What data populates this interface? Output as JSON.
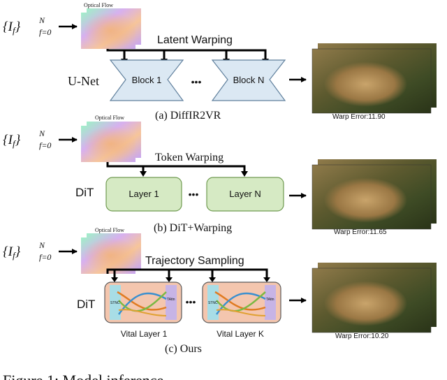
{
  "panels": [
    {
      "input_label": "{I_f}_{f=0}^N",
      "optical_flow_label": "Optical Flow",
      "operation": "Latent Warping",
      "backbone": "U-Net",
      "blocks": [
        "Block 1",
        "Block N"
      ],
      "ellipsis": "•••",
      "caption": "(a) DiffIR2VR",
      "warp_error": "Warp Error:11.90"
    },
    {
      "input_label": "{I_f}_{f=0}^N",
      "optical_flow_label": "Optical Flow",
      "operation": "Token Warping",
      "backbone": "DiT",
      "blocks": [
        "Layer 1",
        "Layer N"
      ],
      "ellipsis": "•••",
      "caption": "(b) DiT+Warping",
      "warp_error": "Warp Error:11.65"
    },
    {
      "input_label": "{I_f}_{f=0}^N",
      "optical_flow_label": "Optical Flow",
      "operation": "Trajectory Sampling",
      "backbone": "DiT",
      "blocks": [
        "Vital Layer 1",
        "Vital Layer K"
      ],
      "inner_left": "STNC",
      "inner_right": "TAttn",
      "ellipsis": "•••",
      "caption": "(c) Ours",
      "warp_error": "Warp Error:10.20"
    }
  ],
  "figure_caption_fragment": "Figure 1: Model inference...",
  "colors": {
    "unet_block_fill": "#dbe8f3",
    "unet_block_stroke": "#5f7f9c",
    "dit_layer_fill": "#d6eac4",
    "dit_layer_stroke": "#6f9a50",
    "vital_layer_fill": "#f4c6ae",
    "vital_layer_stroke": "#5a5a5a",
    "stnc_fill": "#a8dde6",
    "tattn_fill": "#c7b4e6",
    "trajectory_colors": [
      "#e07b22",
      "#3a8fcf",
      "#7bb843",
      "#e0a030"
    ]
  }
}
